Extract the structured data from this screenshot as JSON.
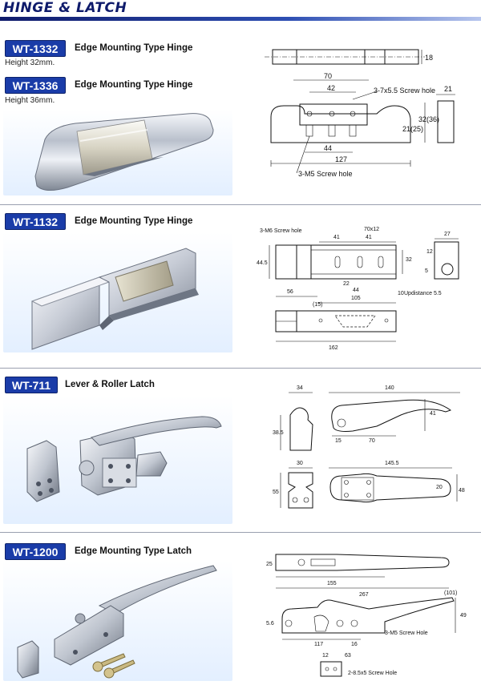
{
  "page": {
    "title": "HINGE & LATCH"
  },
  "colors": {
    "accent": "#1a3ca8",
    "title": "#0f1b6b",
    "panel_bg": "#e3efff"
  },
  "sections": [
    {
      "products": [
        {
          "code": "WT-1332",
          "name": "Edge Mounting Type Hinge",
          "spec": "Height 32mm."
        },
        {
          "code": "WT-1336",
          "name": "Edge Mounting Type Hinge",
          "spec": "Height 36mm."
        }
      ],
      "dimensions": {
        "d18": "18",
        "d70": "70",
        "d42": "42",
        "screw_hole": "3-7x5.5 Screw hole",
        "d21": "21",
        "d32_36": "32(36)",
        "d21_25": "21(25)",
        "d44": "44",
        "d127": "127",
        "m5_hole": "3-M5 Screw hole"
      }
    },
    {
      "products": [
        {
          "code": "WT-1132",
          "name": "Edge Mounting Type Hinge"
        }
      ],
      "dimensions": {
        "m6_hole": "3-M6 Screw hole",
        "d41a": "41",
        "d41b": "41",
        "d70x12": "70x12",
        "d27": "27",
        "d44_5": "44.5",
        "d32": "32",
        "d12": "12",
        "d5": "5",
        "d56": "56",
        "d22": "22",
        "d44": "44",
        "d105": "105",
        "d10": "10",
        "updistance": "Updistance 5.5",
        "d15": "(15)",
        "d162": "162"
      }
    },
    {
      "products": [
        {
          "code": "WT-711",
          "name": "Lever & Roller Latch"
        }
      ],
      "dimensions": {
        "d34": "34",
        "d140": "140",
        "d38_5": "38.5",
        "d41": "41",
        "d15": "15",
        "d70": "70",
        "d30": "30",
        "d145_5": "145.5",
        "d55": "55",
        "d20": "20",
        "d48": "48"
      }
    },
    {
      "products": [
        {
          "code": "WT-1200",
          "name": "Edge Mounting Type Latch"
        }
      ],
      "dimensions": {
        "d25": "25",
        "d155": "155",
        "d267": "267",
        "d101": "(101)",
        "d49": "49",
        "d5_6": "5.6",
        "m5_hole": "3-M5 Screw Hole",
        "d117": "117",
        "d16": "16",
        "d12": "12",
        "d63": "63",
        "hole_2": "2-8.5x5 Screw Hole"
      }
    }
  ]
}
